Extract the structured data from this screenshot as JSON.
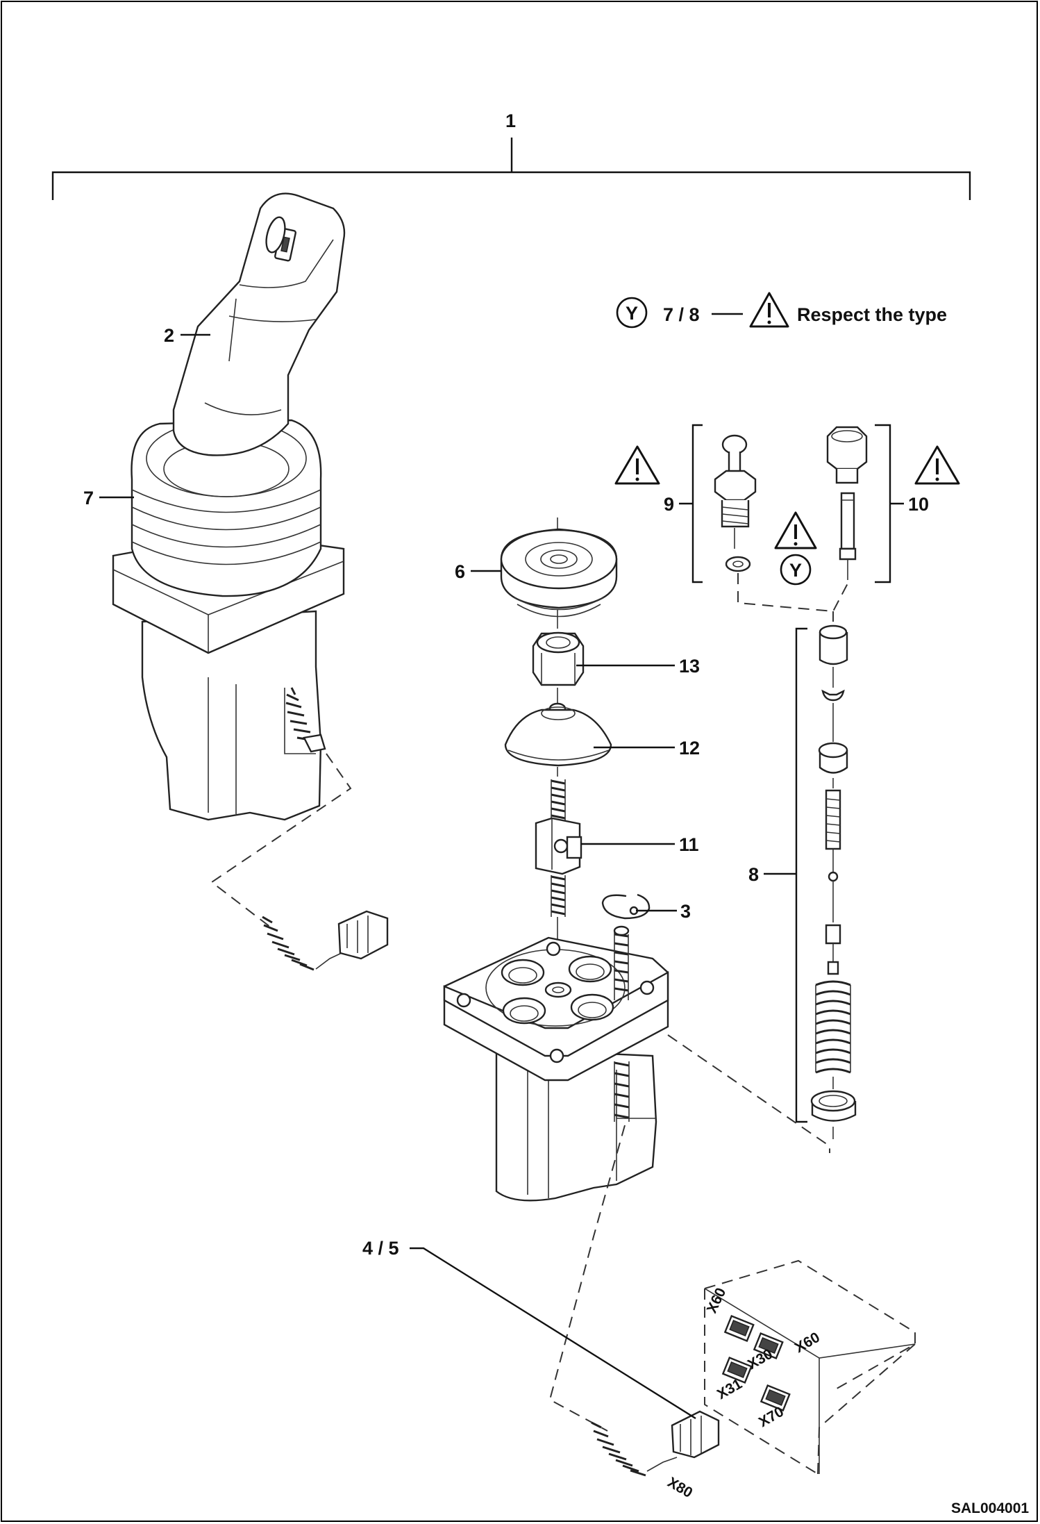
{
  "labels": {
    "item_1": "1",
    "item_2": "2",
    "item_3": "3",
    "item_4_5": "4 / 5",
    "item_6": "6",
    "item_7": "7",
    "item_8": "8",
    "item_9": "9",
    "item_10": "10",
    "item_11": "11",
    "item_12": "12",
    "item_13": "13"
  },
  "notice": {
    "y_symbol": "Y",
    "ref": "7 / 8",
    "text": "Respect the type"
  },
  "connectors": {
    "x60": "X60",
    "x60b": "X60",
    "x30": "X30",
    "x31": "X31",
    "x70": "X70",
    "x80": "X80"
  },
  "drawing_code": "SAL004001",
  "icons": [
    "warning-triangle-icon",
    "y-circle-icon"
  ]
}
